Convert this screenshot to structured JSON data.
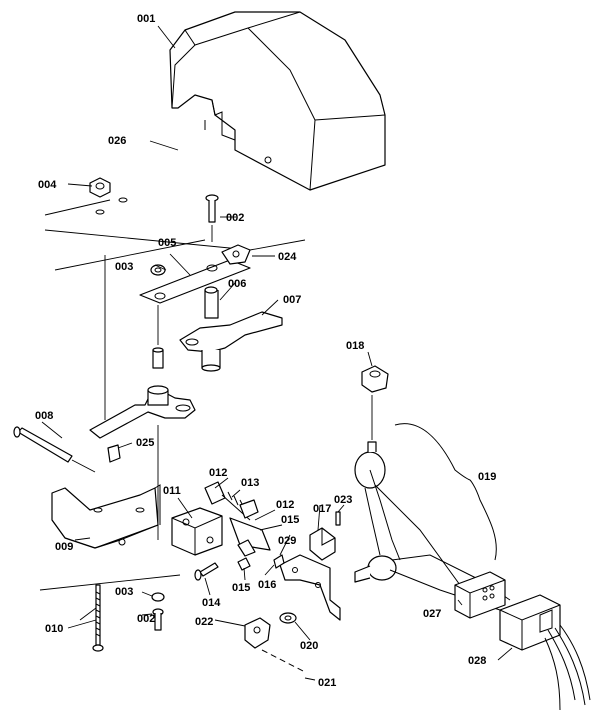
{
  "parts": [
    {
      "id": "001",
      "label": "001"
    },
    {
      "id": "002a",
      "label": "002"
    },
    {
      "id": "002b",
      "label": "002"
    },
    {
      "id": "003a",
      "label": "003"
    },
    {
      "id": "003b",
      "label": "003"
    },
    {
      "id": "004",
      "label": "004"
    },
    {
      "id": "005",
      "label": "005"
    },
    {
      "id": "006",
      "label": "006"
    },
    {
      "id": "007",
      "label": "007"
    },
    {
      "id": "008",
      "label": "008"
    },
    {
      "id": "009",
      "label": "009"
    },
    {
      "id": "010",
      "label": "010"
    },
    {
      "id": "011",
      "label": "011"
    },
    {
      "id": "012a",
      "label": "012"
    },
    {
      "id": "012b",
      "label": "012"
    },
    {
      "id": "013",
      "label": "013"
    },
    {
      "id": "014",
      "label": "014"
    },
    {
      "id": "015a",
      "label": "015"
    },
    {
      "id": "015b",
      "label": "015"
    },
    {
      "id": "016",
      "label": "016"
    },
    {
      "id": "017",
      "label": "017"
    },
    {
      "id": "018",
      "label": "018"
    },
    {
      "id": "019",
      "label": "019"
    },
    {
      "id": "020",
      "label": "020"
    },
    {
      "id": "021",
      "label": "021"
    },
    {
      "id": "022",
      "label": "022"
    },
    {
      "id": "023",
      "label": "023"
    },
    {
      "id": "024",
      "label": "024"
    },
    {
      "id": "025",
      "label": "025"
    },
    {
      "id": "026",
      "label": "026"
    },
    {
      "id": "027",
      "label": "027"
    },
    {
      "id": "028",
      "label": "028"
    },
    {
      "id": "029",
      "label": "029"
    }
  ]
}
